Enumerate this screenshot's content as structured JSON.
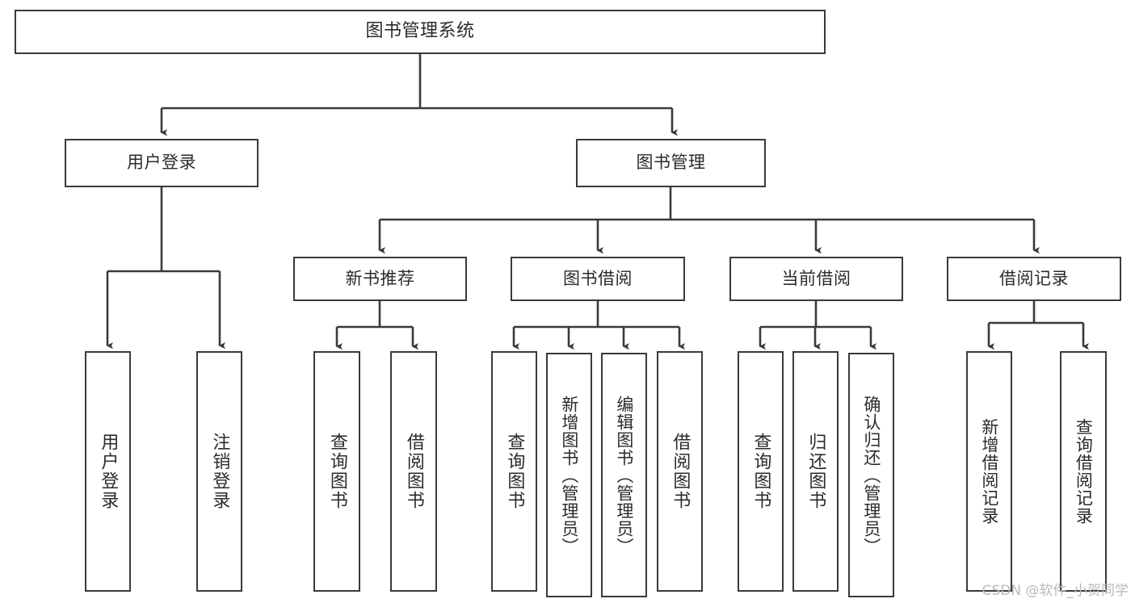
{
  "diagram": {
    "title": "图书管理系统",
    "type": "tree-hierarchy",
    "colors": {
      "stroke": "#3a3a3a",
      "fill": "#ffffff",
      "text": "#2b2b2b",
      "watermark": "#b9b9b9"
    },
    "root": {
      "label": "图书管理系统"
    },
    "level2": [
      {
        "label": "用户登录"
      },
      {
        "label": "图书管理"
      }
    ],
    "level3": [
      {
        "label": "新书推荐"
      },
      {
        "label": "图书借阅"
      },
      {
        "label": "当前借阅"
      },
      {
        "label": "借阅记录"
      }
    ],
    "leaves": {
      "user_login": [
        {
          "label": "用户登录"
        },
        {
          "label": "注销登录"
        }
      ],
      "new_book_recommend": [
        {
          "label": "查询图书"
        },
        {
          "label": "借阅图书"
        }
      ],
      "book_borrow": [
        {
          "label": "查询图书"
        },
        {
          "label": "新增图书（管理员）"
        },
        {
          "label": "编辑图书（管理员）"
        },
        {
          "label": "借阅图书"
        }
      ],
      "current_borrow": [
        {
          "label": "查询图书"
        },
        {
          "label": "归还图书"
        },
        {
          "label": "确认归还（管理员）"
        }
      ],
      "borrow_record": [
        {
          "label": "新增借阅记录"
        },
        {
          "label": "查询借阅记录"
        }
      ]
    }
  },
  "watermark": {
    "text": "CSDN @软件_小贺同学"
  }
}
